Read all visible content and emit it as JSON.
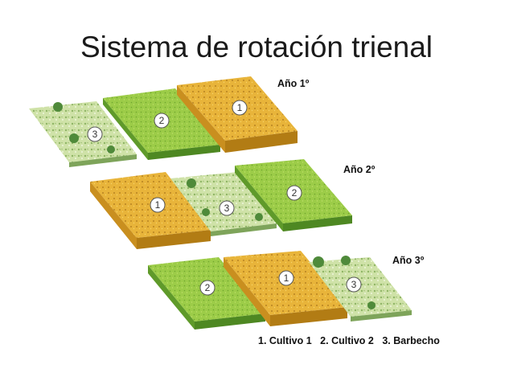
{
  "title": "Sistema de rotación trienal",
  "years": [
    {
      "label": "Año 1º",
      "order": [
        "3",
        "2",
        "1"
      ]
    },
    {
      "label": "Año 2º",
      "order": [
        "1",
        "3",
        "2"
      ]
    },
    {
      "label": "Año 3º",
      "order": [
        "2",
        "1",
        "3"
      ]
    }
  ],
  "legend": [
    "1. Cultivo 1",
    "2. Cultivo 2",
    "3. Barbecho"
  ],
  "colors": {
    "cultivo1_top": "#e8b43a",
    "cultivo1_side": "#c98f1f",
    "cultivo2_top": "#9ccc48",
    "cultivo2_side": "#5f9a2a",
    "barbecho_top": "#cfe2a8",
    "barbecho_side": "#7ea45a",
    "bush": "#4f8a3a"
  }
}
